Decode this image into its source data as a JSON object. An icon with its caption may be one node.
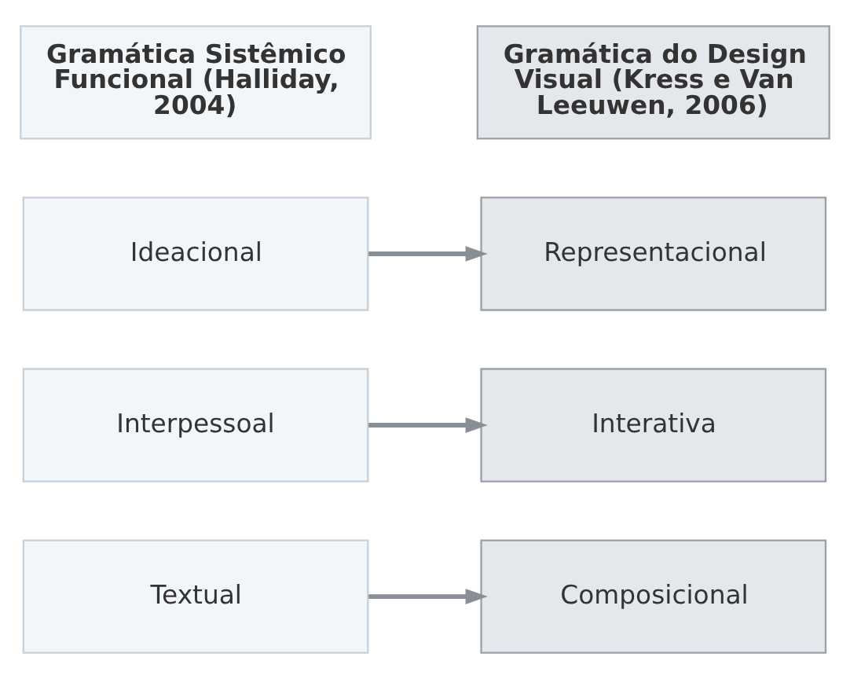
{
  "diagram": {
    "nodes": [
      {
        "text": [
          "Gramática Sistêmico Funcional (Halliday, 2004)"
        ]
      },
      {
        "text": [
          "Gramática do Design Visual (Kress e Van Leeuwen, 2006)"
        ]
      },
      {
        "text": [
          "Ideacional"
        ]
      },
      {
        "text": [
          "Representacional"
        ]
      },
      {
        "text": [
          "Interpessoal"
        ]
      },
      {
        "text": [
          "Interativa"
        ]
      },
      {
        "text": [
          "Textual"
        ]
      },
      {
        "text": [
          "Composicional"
        ]
      }
    ],
    "edges": [
      {
        "from": 2,
        "to": 3,
        "arrow": "to"
      },
      {
        "from": 4,
        "to": 5,
        "arrow": "to"
      },
      {
        "from": 6,
        "to": 7,
        "arrow": "to"
      }
    ]
  }
}
